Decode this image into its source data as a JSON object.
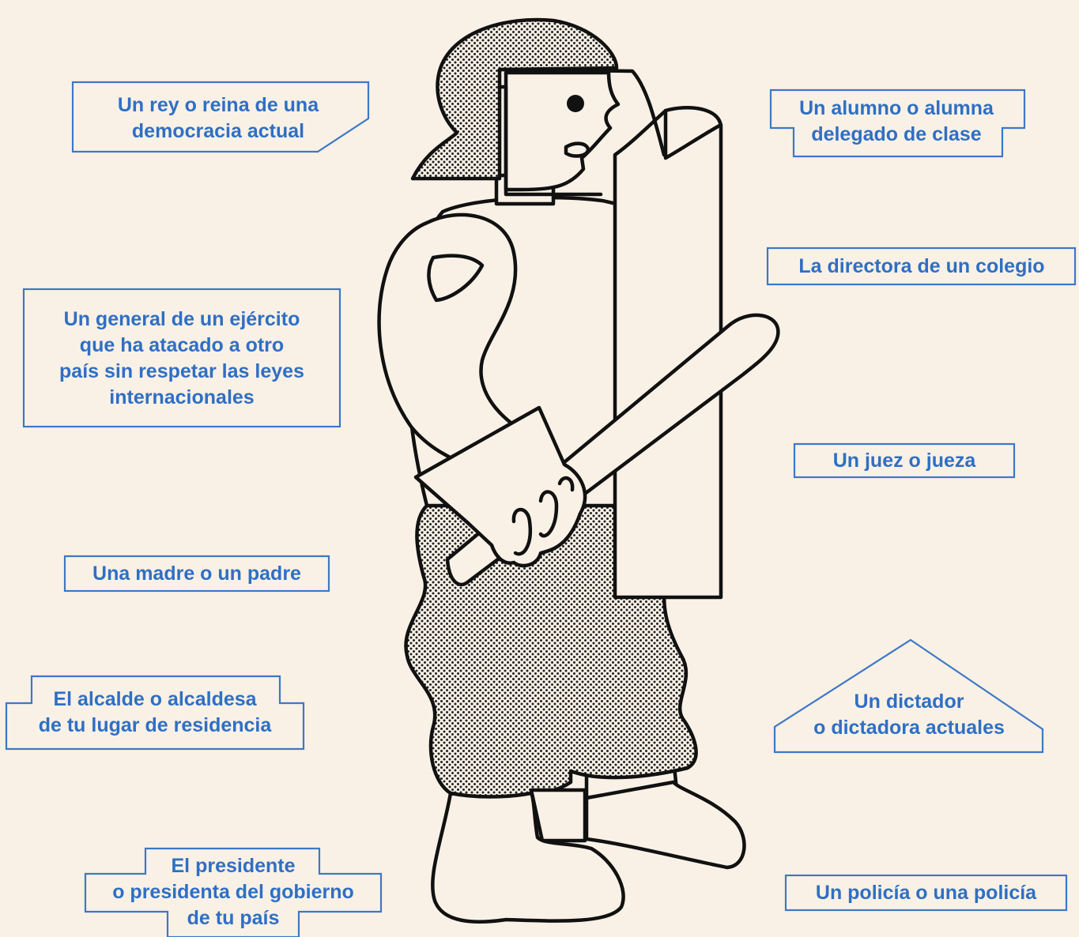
{
  "labels": {
    "rey": [
      "Un rey o reina de una",
      "democracia actual"
    ],
    "alumno": [
      "Un alumno o alumna",
      "delegado de clase"
    ],
    "directora": [
      "La directora de un colegio"
    ],
    "general": [
      "Un general de un ejército",
      "que ha atacado a otro",
      "país sin respetar las leyes",
      "internacionales"
    ],
    "juez": [
      "Un juez o jueza"
    ],
    "madre": [
      "Una madre o un padre"
    ],
    "alcalde": [
      "El alcalde o alcaldesa",
      "de tu lugar de residencia"
    ],
    "dictador": [
      "Un dictador",
      "o dictadora actuales"
    ],
    "presidente": [
      "El presidente",
      "o presidenta del gobierno",
      "de tu país"
    ],
    "policia": [
      "Un policía o una policía"
    ]
  },
  "colors": {
    "background": "#f9f1e6",
    "label_text": "#2f6fc4",
    "label_border": "#3d78c6",
    "ink": "#111111"
  },
  "illustration": "riot-police-figure-with-helmet-shield-and-baton"
}
